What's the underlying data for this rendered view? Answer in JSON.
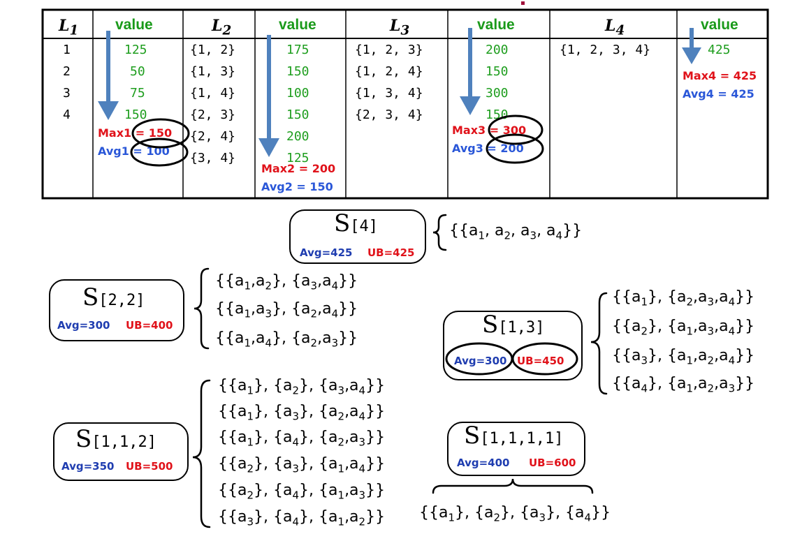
{
  "table": {
    "headers": [
      "L",
      "value",
      "L",
      "value",
      "L",
      "value",
      "L",
      "value"
    ],
    "header_subs": [
      "1",
      "2",
      "3",
      "4"
    ],
    "L1": [
      "1",
      "2",
      "3",
      "4"
    ],
    "L1_values": [
      "125",
      "50",
      "75",
      "150"
    ],
    "L2": [
      "{1, 2}",
      "{1, 3}",
      "{1, 4}",
      "{2, 3}",
      "{2, 4}",
      "{3, 4}"
    ],
    "L2_values": [
      "175",
      "150",
      "100",
      "150",
      "200",
      "125"
    ],
    "L3": [
      "{1, 2, 3}",
      "{1, 2, 4}",
      "{1, 3, 4}",
      "{2, 3, 4}"
    ],
    "L3_values": [
      "200",
      "150",
      "300",
      "150"
    ],
    "L4": [
      "{1, 2, 3, 4}"
    ],
    "L4_values": [
      "425"
    ],
    "max1": "Max1 = 150",
    "avg1": "Avg1 = 100",
    "max2": "Max2 = 200",
    "avg2": "Avg2 = 150",
    "max3": "Max3 = 300",
    "avg3": "Avg3 = 200",
    "max4": "Max4 = 425",
    "avg4": "Avg4 = 425"
  },
  "nodes": {
    "s4": {
      "S": "S",
      "sub": "[4]",
      "avg": "Avg=425",
      "ub": "UB=425"
    },
    "s22": {
      "S": "S",
      "sub": "[2,2]",
      "avg": "Avg=300",
      "ub": "UB=400"
    },
    "s13": {
      "S": "S",
      "sub": "[1,3]",
      "avg": "Avg=300",
      "ub": "UB=450"
    },
    "s112": {
      "S": "S",
      "sub": "[1,1,2]",
      "avg": "Avg=350",
      "ub": "UB=500"
    },
    "s1111": {
      "S": "S",
      "sub": "[1,1,1,1]",
      "avg": "Avg=400",
      "ub": "UB=600"
    }
  },
  "colors": {
    "green": "#1f9e1f",
    "red": "#e0121a",
    "blue": "#2a57d8",
    "arrow": "#4f81bd"
  }
}
